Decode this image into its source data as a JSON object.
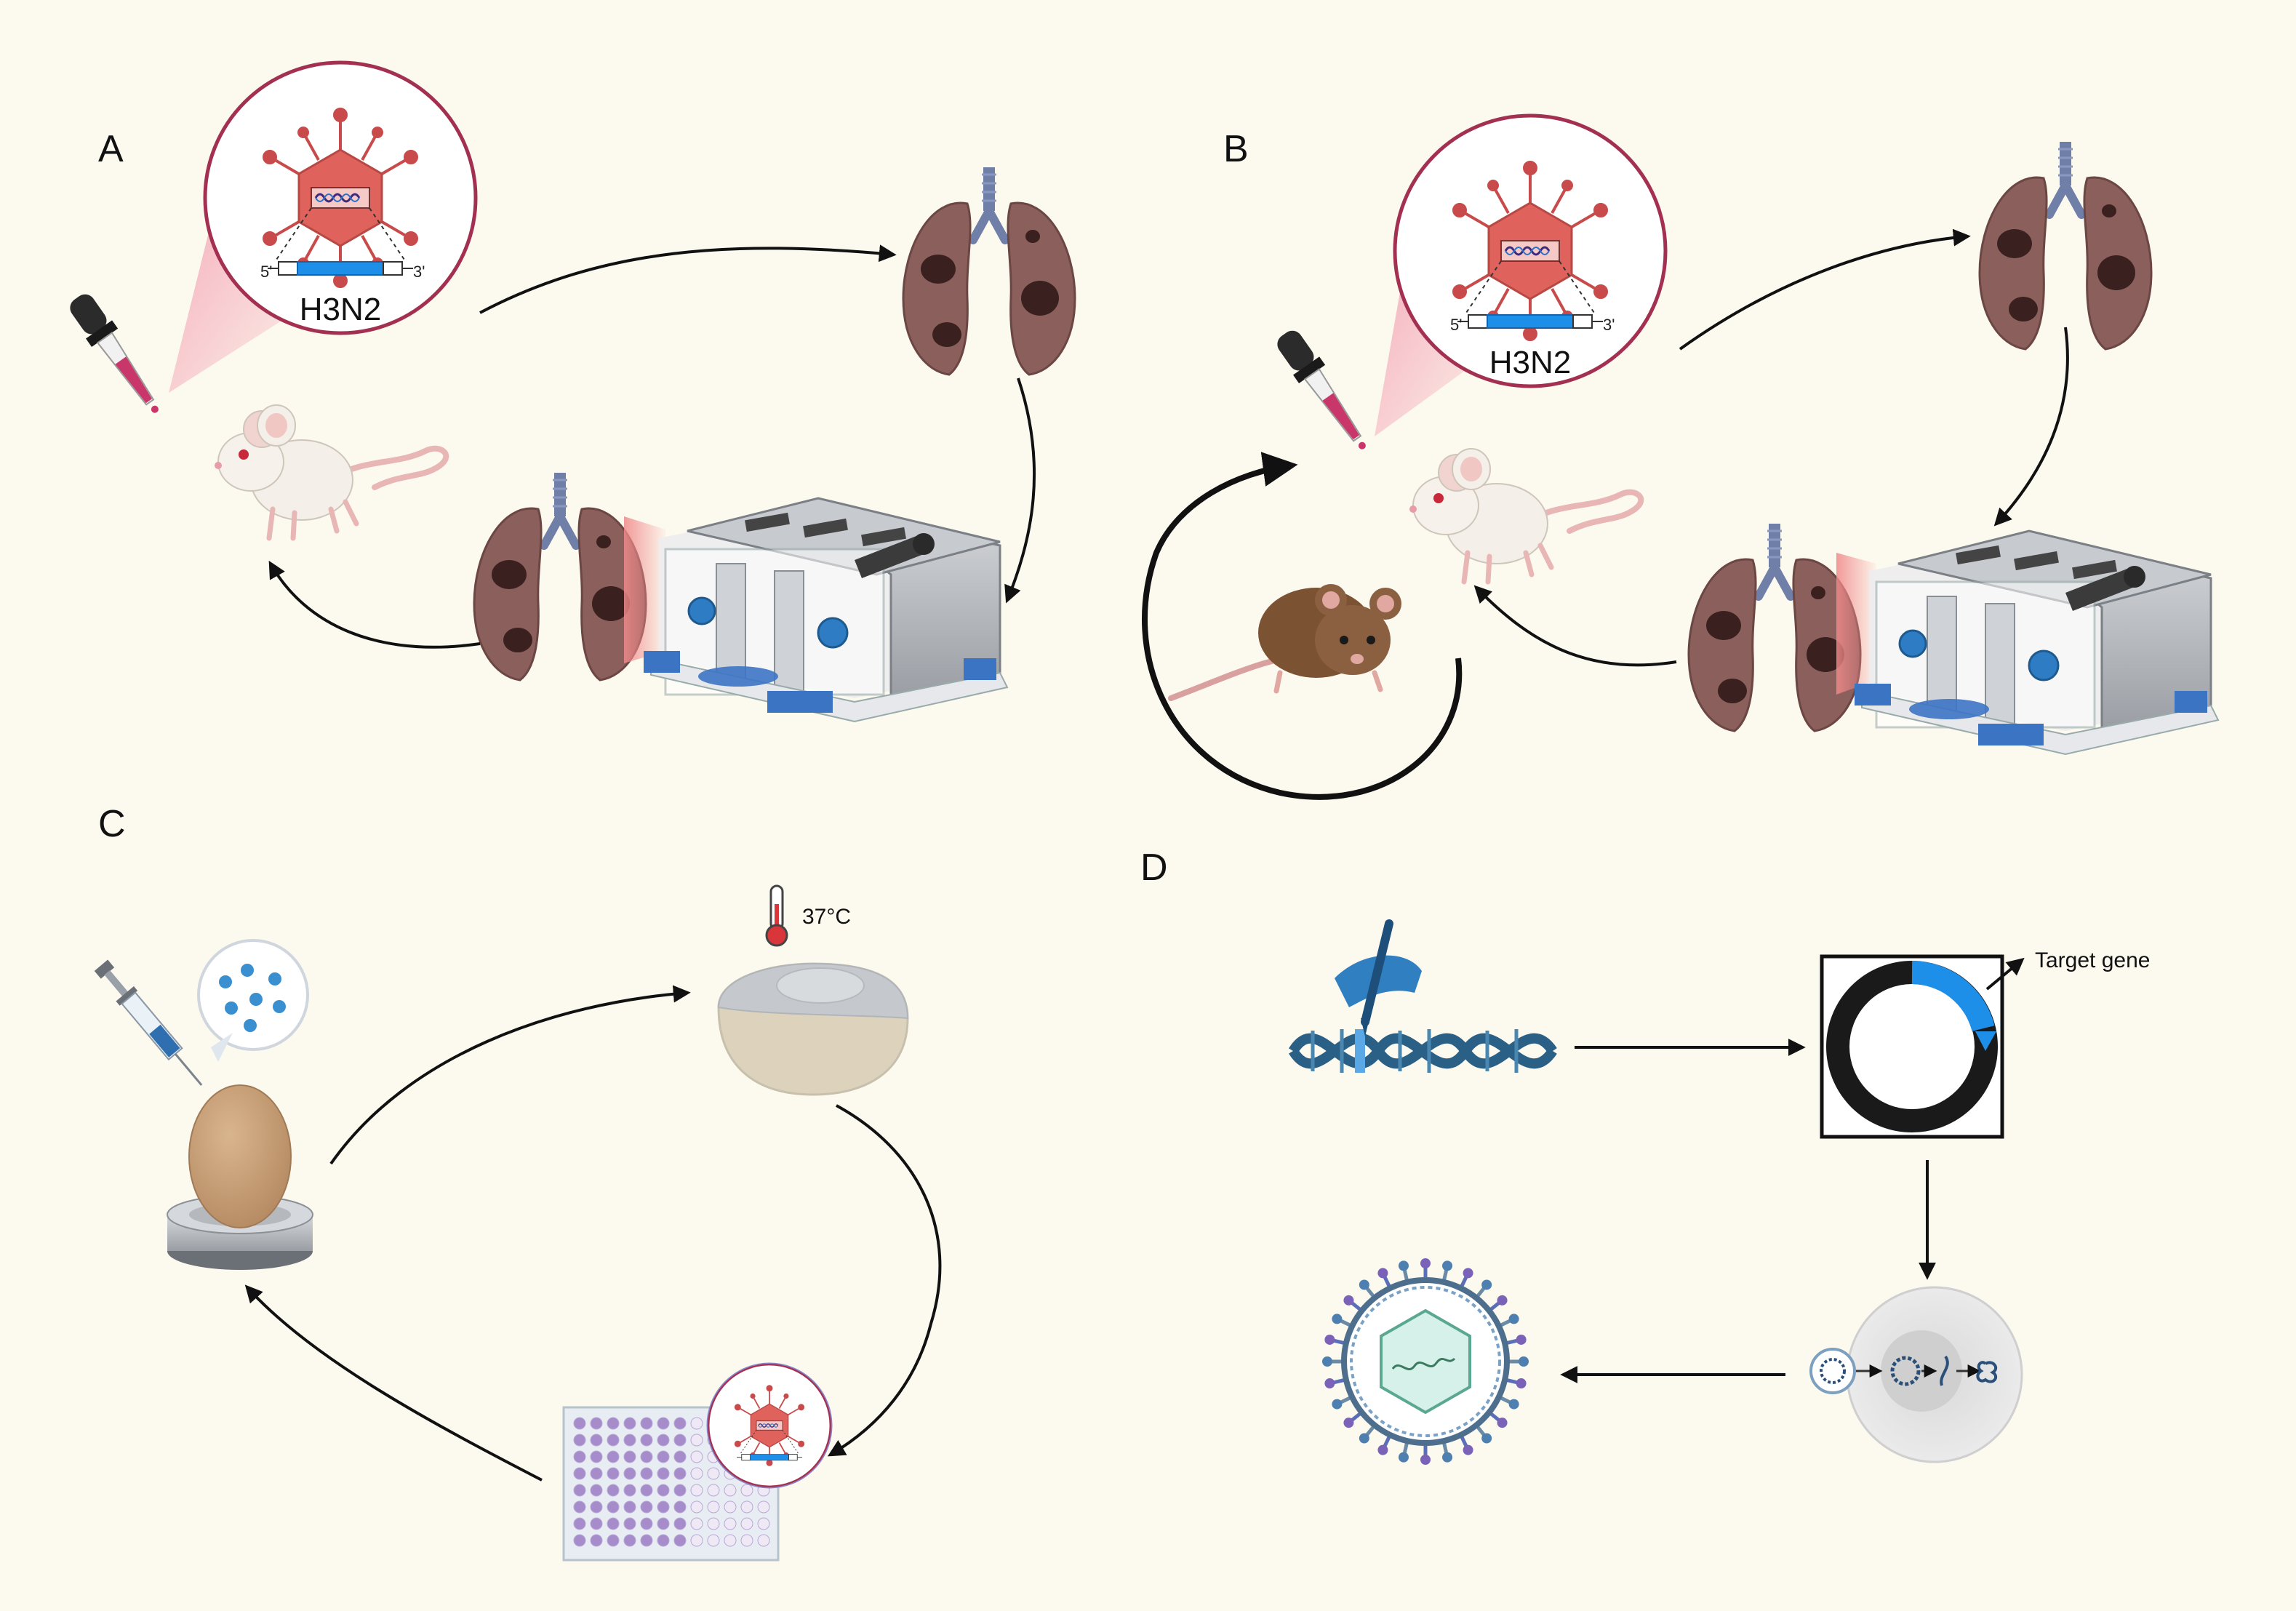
{
  "panels": {
    "a": {
      "label": "A"
    },
    "b": {
      "label": "B"
    },
    "c": {
      "label": "C"
    },
    "d": {
      "label": "D"
    }
  },
  "virus_inset": {
    "prime5": "5'",
    "prime3": "3'",
    "strain": "H3N2"
  },
  "incubation": {
    "temperature": "37°C"
  },
  "plasmid": {
    "target_label": "Target gene"
  },
  "colors": {
    "background": "#fcf9ef",
    "virus_red": "#e0625c",
    "lung": "#8a5f5c",
    "plasmid_ring": "#1a1a1a",
    "target_gene": "#1e8fe8",
    "arrow": "#111111"
  }
}
